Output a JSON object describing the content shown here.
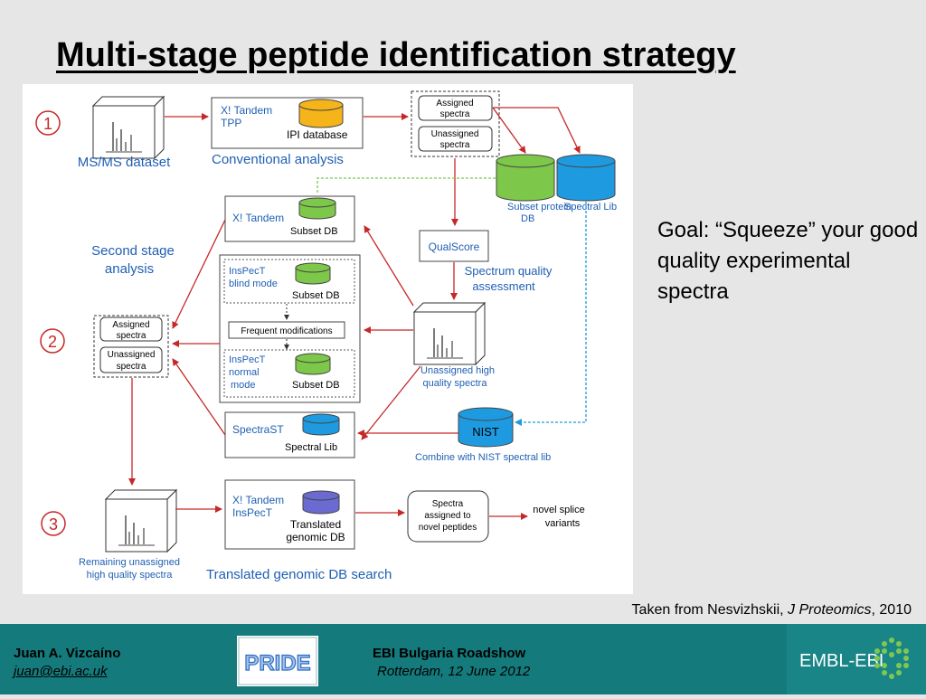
{
  "title": "Multi-stage peptide identification strategy",
  "goal_text": "Goal: “Squeeze” your good quality experimental spectra",
  "citation": {
    "prefix": "Taken from Nesvizhskii, ",
    "journal": "J Proteomics",
    "suffix": ", 2010"
  },
  "diagram": {
    "step1": "1",
    "step2": "2",
    "step3": "3",
    "msms_dataset": "MS/MS dataset",
    "xtandem_tpp_1": "X! Tandem",
    "xtandem_tpp_2": "TPP",
    "ipi_database": "IPI database",
    "conventional_analysis": "Conventional analysis",
    "assigned_spectra_1": "Assigned",
    "assigned_spectra_2": "spectra",
    "unassigned_spectra_1": "Unassigned",
    "unassigned_spectra_2": "spectra",
    "subset_protein_db_1": "Subset protein",
    "subset_protein_db_2": "DB",
    "spectral_lib": "Spectral Lib",
    "second_stage_1": "Second stage",
    "second_stage_2": "analysis",
    "xtandem": "X! Tandem",
    "subset_db": "Subset DB",
    "qualscore": "QualScore",
    "spectrum_quality_1": "Spectrum quality",
    "spectrum_quality_2": "assessment",
    "inspect": "InsPecT",
    "blind_mode": "blind mode",
    "frequent_modifications": "Frequent modifications",
    "normal": "normal",
    "mode": "mode",
    "unassigned_hq_1": "Unassigned high",
    "unassigned_hq_2": "quality spectra",
    "spectrast": "SpectraST",
    "nist": "NIST",
    "combine_nist": "Combine with  NIST spectral lib",
    "translated_1": "Translated",
    "translated_2": "genomic DB",
    "spectra_novel_1": "Spectra",
    "spectra_novel_2": "assigned to",
    "spectra_novel_3": "novel peptides",
    "novel_splice_1": "novel splice",
    "novel_splice_2": "variants",
    "remaining_1": "Remaining unassigned",
    "remaining_2": "high quality spectra",
    "translated_search": "Translated genomic DB search"
  },
  "footer": {
    "author": "Juan A. Vizcaíno",
    "email": "juan@ebi.ac.uk",
    "event": "EBI Bulgaria Roadshow",
    "place_date": "Rotterdam, 12 June 2012",
    "pride_logo": "PRIDE",
    "embl_logo": "EMBL-EBI"
  },
  "colors": {
    "arrow_red": "#c62828",
    "label_blue": "#1f5fb4",
    "db_green": "#7dc74a",
    "db_blue": "#1e9be0",
    "db_orange": "#f4b41a",
    "db_purple": "#6a6ad0",
    "footer_teal": "#157a7c"
  }
}
